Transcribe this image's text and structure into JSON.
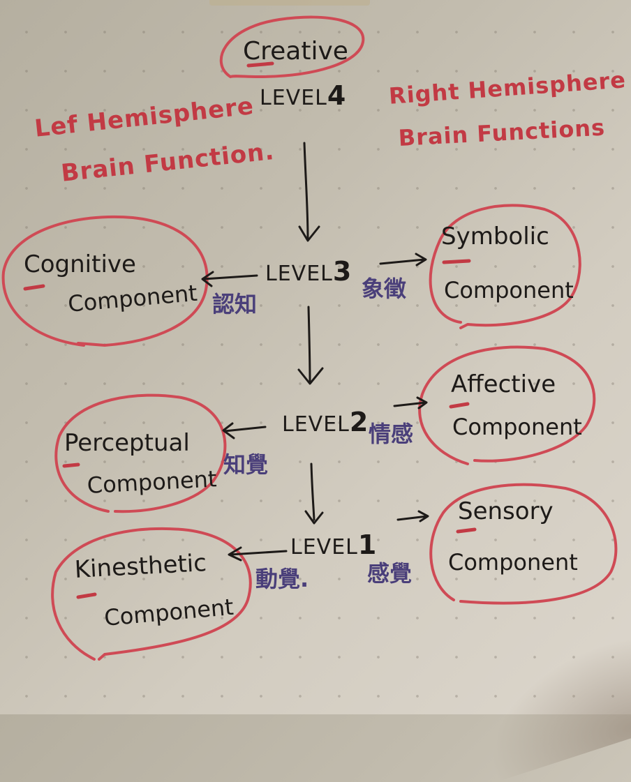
{
  "diagram": {
    "top": {
      "label": "Creative",
      "level": "LEVEL",
      "level_num": "4"
    },
    "left_heading": {
      "line1": "Lef Hemisphere",
      "line2": "Brain Function."
    },
    "right_heading": {
      "line1": "Right Hemisphere",
      "line2": "Brain Functions"
    },
    "levels": [
      {
        "level": "LEVEL",
        "num": "3",
        "left": {
          "title": "Cognitive",
          "subtitle": "Component",
          "chinese": "認知"
        },
        "right": {
          "title": "Symbolic",
          "subtitle": "Component",
          "chinese": "象徵"
        }
      },
      {
        "level": "LEVEL",
        "num": "2",
        "left": {
          "title": "Perceptual",
          "subtitle": "Component",
          "chinese": "知覺"
        },
        "right": {
          "title": "Affective",
          "subtitle": "Component",
          "chinese": "情感"
        }
      },
      {
        "level": "LEVEL",
        "num": "1",
        "left": {
          "title": "Kinesthetic",
          "subtitle": "Component",
          "chinese": "動覺."
        },
        "right": {
          "title": "Sensory",
          "subtitle": "Component",
          "chinese": "感覺"
        }
      }
    ],
    "colors": {
      "ink_red": "#c23a44",
      "ink_black": "#1d1a18",
      "ink_purple": "#4a3f7a",
      "paper": "#c6c0b2"
    }
  }
}
